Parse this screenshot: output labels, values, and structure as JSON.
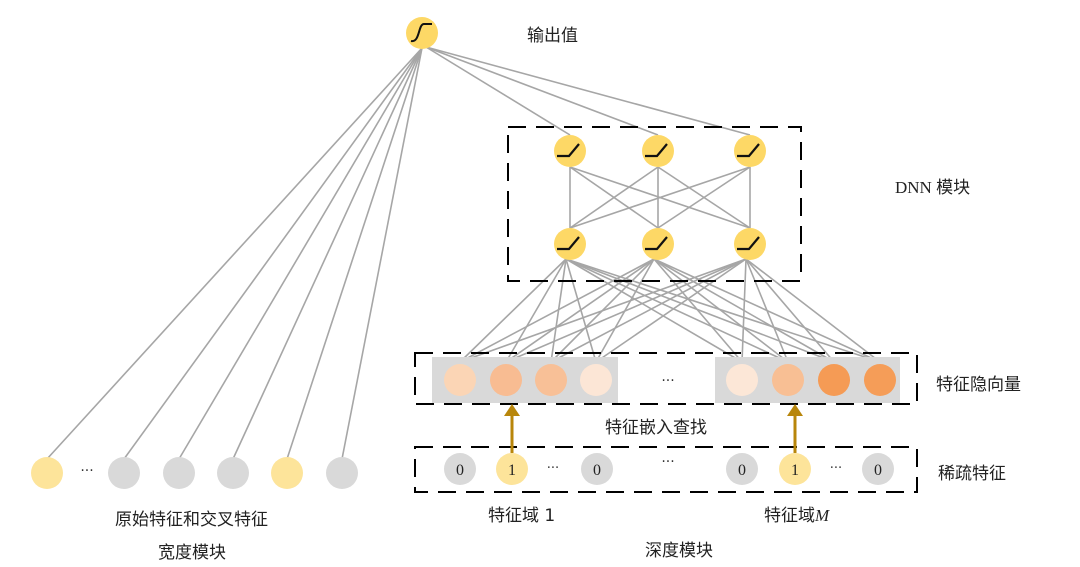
{
  "labels": {
    "output": "输出值",
    "dnn_module": "DNN 模块",
    "latent_vectors": "特征隐向量",
    "embedding_lookup": "特征嵌入查找",
    "sparse_features": "稀疏特征",
    "field_1": "特征域 1",
    "field_m_prefix": "特征域",
    "field_m_var": "M",
    "raw_cross_features": "原始特征和交叉特征",
    "wide_module": "宽度模块",
    "deep_module": "深度模块"
  },
  "ellipsis": "···",
  "colors": {
    "node_yellow": "#fdd866",
    "node_gray": "#d9d9d9",
    "line_gray": "#a6a6a6",
    "arrow_gold": "#b8860b",
    "sparse_active": "#fde49a",
    "embed_band": "#d9d9d9"
  },
  "output_node": {
    "activation": "sigmoid"
  },
  "dnn": {
    "layers": [
      {
        "name": "hidden-2",
        "activation": "relu",
        "units": 3
      },
      {
        "name": "hidden-1",
        "activation": "relu",
        "units": 3
      }
    ]
  },
  "embedding": {
    "groups": [
      {
        "colors": [
          "#fbd5b5",
          "#f8bc92",
          "#f8c097",
          "#fce6d6"
        ]
      },
      {
        "colors": [
          "#fce7d7",
          "#f8bf94",
          "#f59b55",
          "#f59d58"
        ]
      }
    ]
  },
  "sparse": {
    "groups": [
      {
        "values": [
          "0",
          "1",
          "···",
          "0"
        ]
      },
      {
        "values": [
          "0",
          "1",
          "···",
          "0"
        ]
      }
    ]
  },
  "wide": {
    "nodes": [
      "yellow",
      "ellipsis",
      "gray",
      "gray",
      "gray",
      "yellow",
      "gray"
    ]
  }
}
